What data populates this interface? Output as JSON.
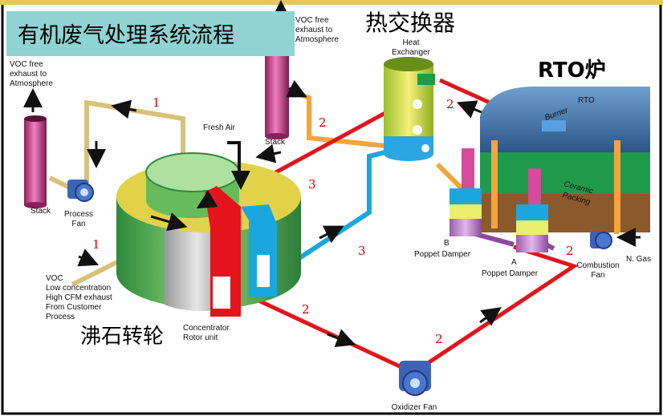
{
  "title": "有机废气处理系统流程",
  "labels": {
    "heat_exchanger_cn": "热交换器",
    "heat_exchanger_en": [
      "Heat",
      "Exchanger"
    ],
    "rto_cn": "RTO炉",
    "rto_en": "RTO",
    "burner": "Burner",
    "ceramic_packing": [
      "Ceramic",
      "Packing"
    ],
    "voc_free_left": [
      "VOC free",
      "exhaust to",
      "Atmosphere"
    ],
    "voc_free_top": [
      "VOC free",
      "exhaust to",
      "Atmosphere"
    ],
    "stack": "Stack",
    "fresh_air": "Fresh Air",
    "process_fan": [
      "Process",
      "Fan"
    ],
    "voc_input": [
      "VOC",
      "Low concentration",
      "High CFM exhaust",
      "From Customer",
      "Process"
    ],
    "concentrator": [
      "Concentrator",
      "Rotor unit"
    ],
    "zeolite_cn": "沸石转轮",
    "poppet_b": [
      "B",
      "Poppet Damper"
    ],
    "poppet_a": [
      "A",
      "Poppet Damper"
    ],
    "combustion_fan": [
      "Combustion",
      "Fan"
    ],
    "n_gas": "N. Gas",
    "oxidizer_fan": "Oxidizer Fan"
  },
  "path_numbers": {
    "top_loop": "1",
    "left_inlet": "1",
    "stack_line": "2",
    "rto_line": "2",
    "damper_line": "2",
    "lower_left": "2",
    "lower_right": "2",
    "red_hot": "3",
    "blue_line": "3"
  },
  "colors": {
    "hot_red": "#e3141b",
    "cool_blue": "#1aa7df",
    "process_tan": "#d8c27a",
    "exhaust_orange": "#f2a53c",
    "stack_pink": "#d24a9a",
    "rotor_green": "#3aa64a",
    "rto_blue": "#3f74a8",
    "title_bg": "#8fd3d3"
  }
}
